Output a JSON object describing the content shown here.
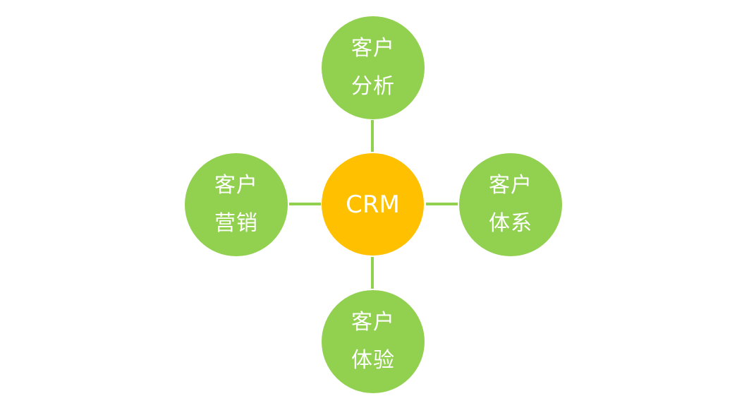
{
  "diagram": {
    "center": {
      "label": "CRM",
      "color": "#ffc000"
    },
    "nodes": {
      "top": {
        "label": "客户\n分析"
      },
      "left": {
        "label": "客户\n营销"
      },
      "right": {
        "label": "客户\n体系"
      },
      "bottom": {
        "label": "客户\n体验"
      }
    },
    "node_color": "#92d050",
    "connector_color": "#92d050"
  }
}
